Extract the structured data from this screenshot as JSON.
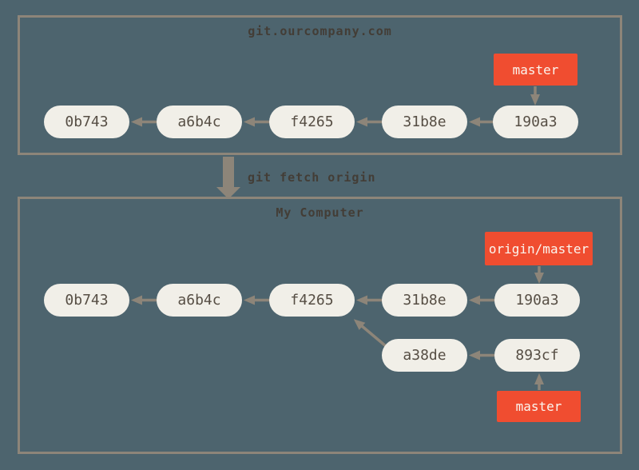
{
  "colors": {
    "background": "#4d646e",
    "box_border": "#8d8579",
    "arrow": "#8d8579",
    "commit_node_fill": "#f1efe8",
    "commit_node_text": "#564e44",
    "branch_label_fill": "#f04d30",
    "branch_label_text": "#fbf6ef",
    "title_text": "#433d36"
  },
  "command": "git fetch origin",
  "remote": {
    "title": "git.ourcompany.com",
    "branch_label": "master",
    "commits": [
      "0b743",
      "a6b4c",
      "f4265",
      "31b8e",
      "190a3"
    ]
  },
  "local": {
    "title": "My Computer",
    "remote_branch_label": "origin/master",
    "branch_label": "master",
    "commits": [
      "0b743",
      "a6b4c",
      "f4265",
      "31b8e",
      "190a3"
    ],
    "branch_commits": [
      "a38de",
      "893cf"
    ]
  }
}
